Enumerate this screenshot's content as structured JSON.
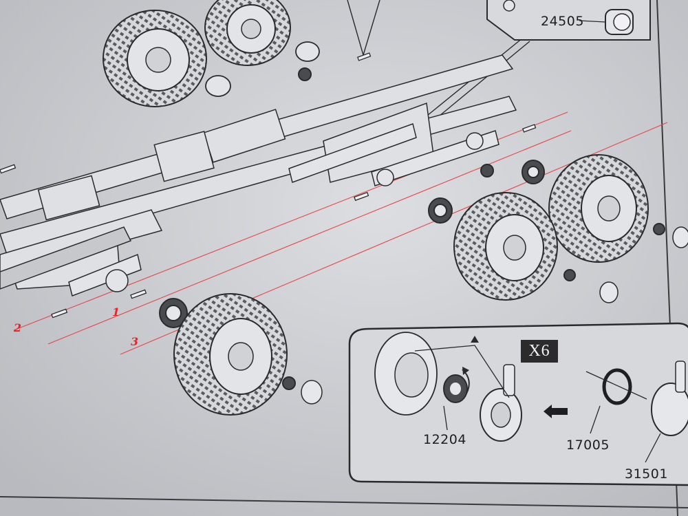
{
  "part_labels": {
    "top": "24505",
    "nut": "12204",
    "ring": "17005",
    "cap": "31501"
  },
  "step_numbers": [
    "1",
    "2",
    "3"
  ],
  "detail_multiplier": "X6",
  "colors": {
    "paper": "#cfd1d6",
    "ink": "#2a2a2c",
    "guide_line": "#e64545",
    "step_number": "#e82424"
  },
  "icons": [
    "arrow-left-icon",
    "triangle-up-icon",
    "rotate-arrow-icon"
  ]
}
